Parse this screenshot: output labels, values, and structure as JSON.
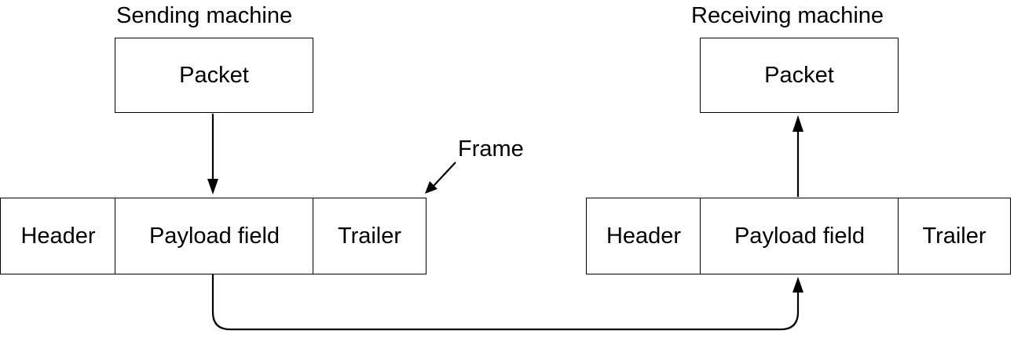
{
  "sender": {
    "title": "Sending machine",
    "packet_label": "Packet"
  },
  "receiver": {
    "title": "Receiving machine",
    "packet_label": "Packet"
  },
  "frame_callout": "Frame",
  "sender_frame": {
    "fields": [
      "Header",
      "Payload field",
      "Trailer"
    ]
  },
  "receiver_frame": {
    "fields": [
      "Header",
      "Payload field",
      "Trailer"
    ]
  }
}
